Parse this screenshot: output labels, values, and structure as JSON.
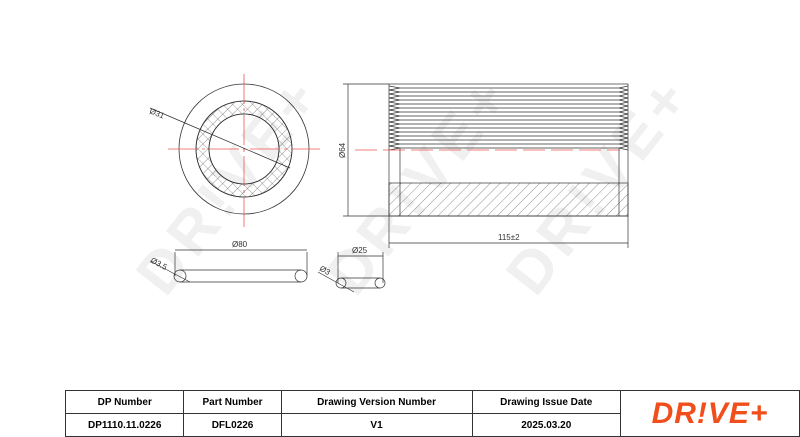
{
  "drawing": {
    "dim_inner": "Ø31",
    "dim_outer_height": "Ø64",
    "dim_length": "115±2",
    "oring1_diameter": "Ø80",
    "oring1_section": "Ø3.5",
    "oring2_diameter": "Ø25",
    "oring2_section": "Ø3"
  },
  "table": {
    "headers": [
      "DP Number",
      "Part Number",
      "Drawing Version Number",
      "Drawing Issue Date"
    ],
    "values": [
      "DP1110.11.0226",
      "DFL0226",
      "V1",
      "2025.03.20"
    ]
  },
  "brand": {
    "logo": "DR!VE+",
    "watermark": "DR!VE+",
    "color": "#f04e1a"
  }
}
